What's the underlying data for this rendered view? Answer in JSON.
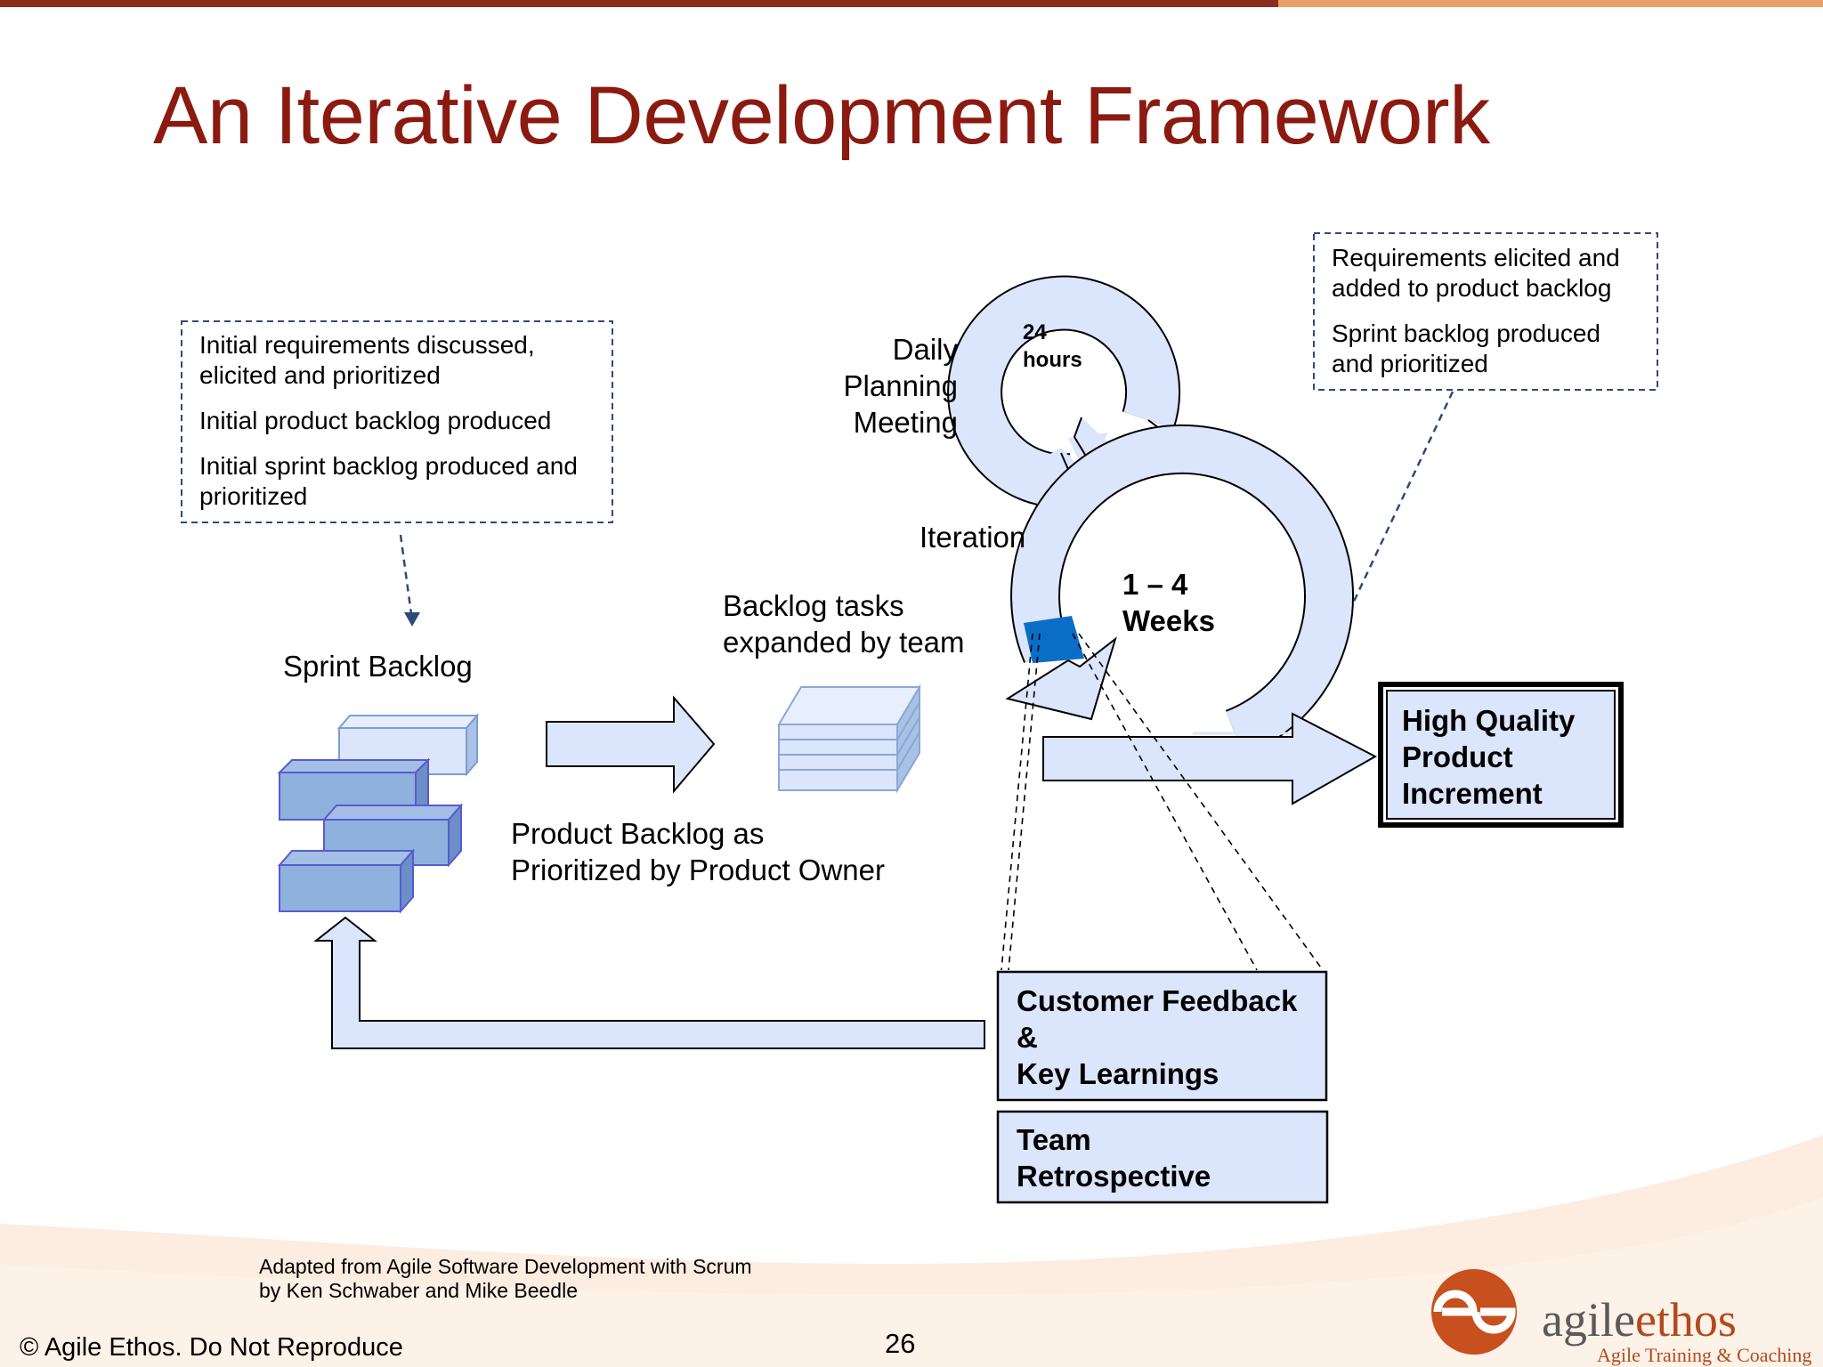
{
  "title": "An Iterative Development Framework",
  "colors": {
    "title": "#8b1a10",
    "shape_fill": "#dbe5fb",
    "block_fill": "#8eb1dd",
    "highlight": "#0a6ec7",
    "bar_dark": "#8b2e1e",
    "bar_light": "#e9a06a"
  },
  "notes": {
    "left": [
      "Initial requirements discussed,\nelicited and prioritized",
      "Initial product backlog produced",
      "Initial sprint backlog produced and\nprioritized"
    ],
    "right": [
      "Requirements elicited and\nadded to product backlog",
      "Sprint backlog produced\nand prioritized"
    ]
  },
  "labels": {
    "sprint_backlog": "Sprint Backlog",
    "backlog_tasks": "Backlog tasks\nexpanded by team",
    "product_backlog": "Product Backlog as\nPrioritized by Product Owner",
    "daily_meeting": "Daily\nPlanning\nMeeting",
    "hours": "24\nhours",
    "iteration": "Iteration",
    "weeks": "1 – 4\nWeeks"
  },
  "boxes": {
    "increment": "High Quality\nProduct\nIncrement",
    "feedback": "Customer Feedback\n&\nKey Learnings",
    "retrospective": "Team\nRetrospective"
  },
  "footer": {
    "attribution": "Adapted from Agile Software Development with Scrum\nby Ken Schwaber and Mike Beedle",
    "copyright": "© Agile Ethos. Do Not Reproduce",
    "page_number": "26",
    "logo_word_1": "agile",
    "logo_word_2": "ethos",
    "logo_tagline": "Agile Training & Coaching"
  }
}
